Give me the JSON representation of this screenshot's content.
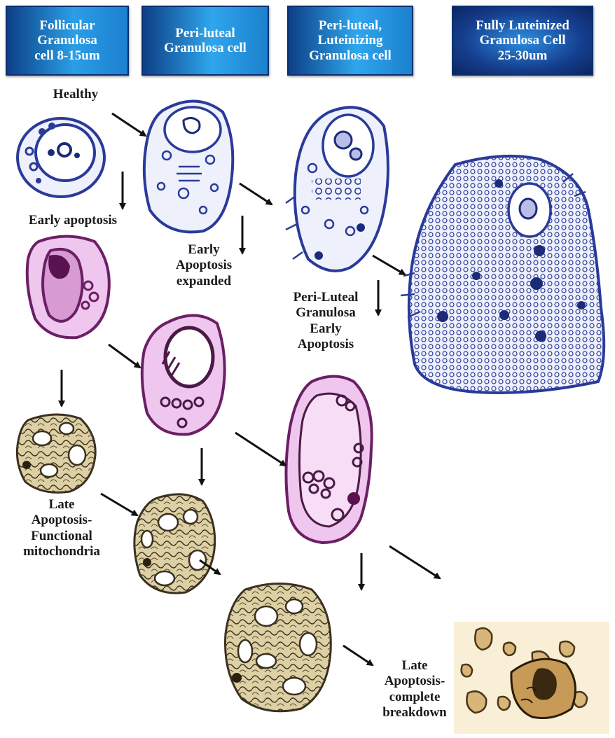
{
  "headers": [
    "Follicular\nGranulosa\ncell 8-15um",
    "Peri-luteal\nGranulosa cell",
    "Peri-luteal,\nLuteinizing\nGranulosa cell",
    "Fully Luteinized\nGranulosa Cell\n25-30um"
  ],
  "labels": {
    "healthy": "Healthy",
    "early_apoptosis": "Early apoptosis",
    "early_apoptosis_expanded": "Early\nApoptosis\nexpanded",
    "peri_luteal_early_apoptosis": "Peri-Luteal\nGranulosa\nEarly\nApoptosis",
    "late_apoptosis_functional": "Late\nApoptosis-\nFunctional\nmitochondria",
    "late_apoptosis_complete": "Late\nApoptosis-\ncomplete\nbreakdown"
  },
  "colors": {
    "healthy_cell_stroke": "#2a3a9a",
    "healthy_cell_fill": "#eef1fb",
    "apoptotic_cell_fill": "#efc6ee",
    "apoptotic_cell_stroke": "#6b1f64",
    "late_cell_fill": "#dcd0a4",
    "late_cell_stroke": "#3b3020",
    "arrow": "#111111"
  }
}
